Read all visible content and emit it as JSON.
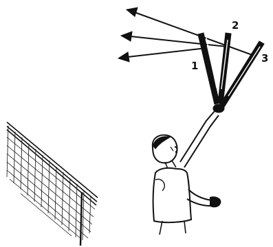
{
  "illustration": {
    "labels": {
      "racket_1": "1",
      "racket_2": "2",
      "racket_3": "3"
    },
    "colors": {
      "ink": "#111111",
      "background": "#ffffff"
    },
    "icon": "badminton-overhead-stroke-illustration"
  }
}
